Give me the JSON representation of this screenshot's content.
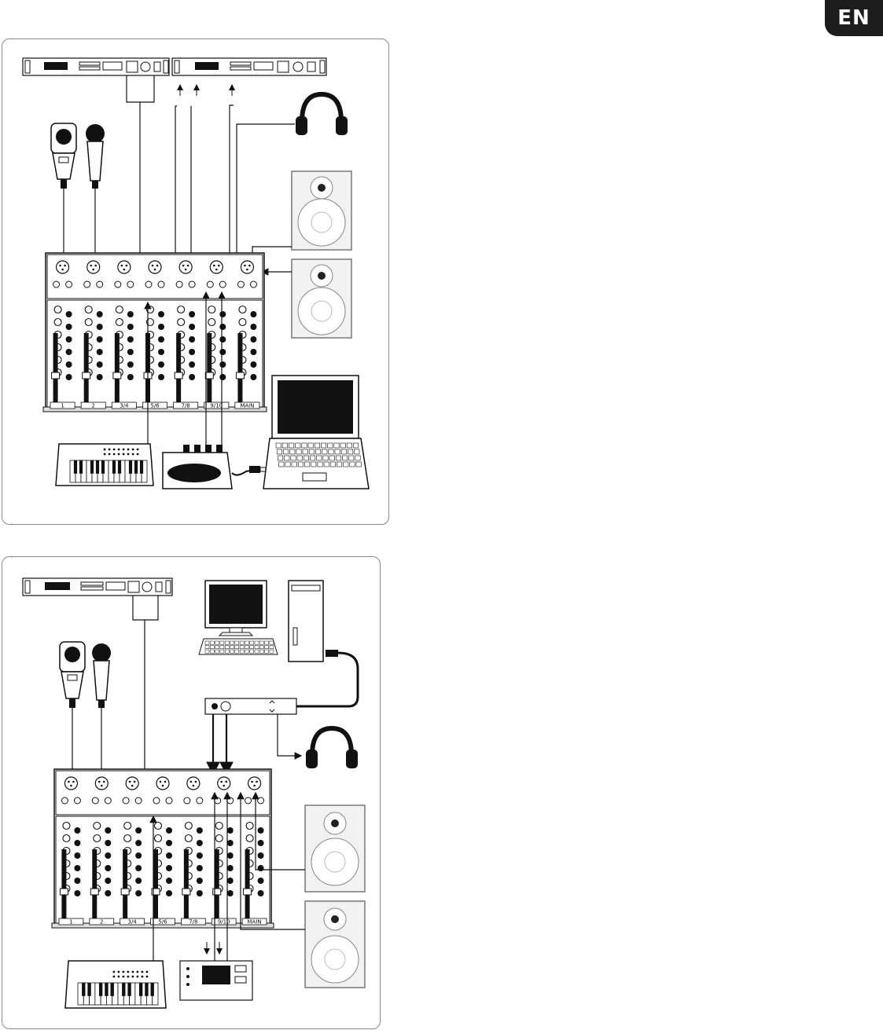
{
  "badge": {
    "text": "EN"
  },
  "diagram1": {
    "strip_labels": [
      "1",
      "2",
      "3/4",
      "5/6",
      "7/8",
      "9/10",
      "MAIN"
    ]
  },
  "diagram2": {
    "strip_labels": [
      "1",
      "2",
      "3/4",
      "5/6",
      "7/8",
      "9/10",
      "MAIN"
    ]
  }
}
